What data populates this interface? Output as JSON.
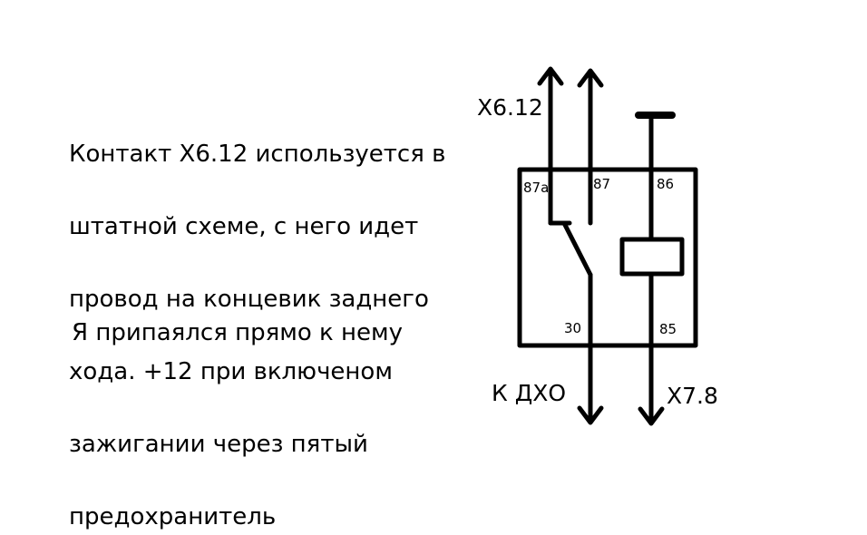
{
  "description": {
    "lines": [
      "Контакт Х6.12 используется в",
      "штатной схеме, с него идет",
      "провод на концевик заднего",
      "хода. +12 при включеном",
      "зажигании через пятый",
      "предохранитель"
    ],
    "note": "Я припаялся прямо к нему"
  },
  "relay": {
    "pins": {
      "p87a": "87a",
      "p87": "87",
      "p86": "86",
      "p30": "30",
      "p85": "85"
    },
    "wires": {
      "x6_12": "Х6.12",
      "k_dho": "К ДХО",
      "x7_8": "Х7.8"
    }
  }
}
